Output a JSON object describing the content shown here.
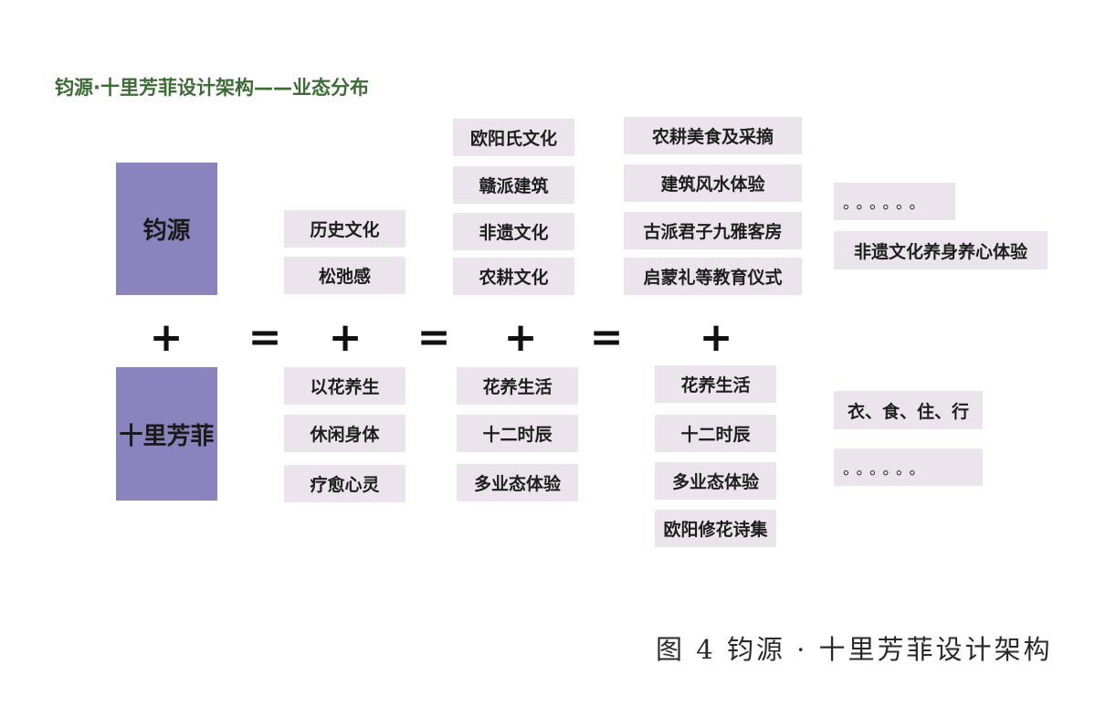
{
  "title": "钧源·十里芳菲设计架构——业态分布",
  "caption": "图 4 钧源 · 十里芳菲设计架构",
  "colors": {
    "title": "#3d6b35",
    "main_box": "#8a83bd",
    "item_box": "#ebe4ec"
  },
  "main": {
    "top": "钧源",
    "bottom": "十里芳菲"
  },
  "operators": [
    "+",
    "=",
    "+",
    "=",
    "+",
    "=",
    "+"
  ],
  "col1": {
    "top": [
      "历史文化",
      "松弛感"
    ],
    "bottom": [
      "以花养生",
      "休闲身体",
      "疗愈心灵"
    ]
  },
  "col2": {
    "top": [
      "欧阳氏文化",
      "赣派建筑",
      "非遗文化",
      "农耕文化"
    ],
    "bottom": [
      "花养生活",
      "十二时辰",
      "多业态体验"
    ]
  },
  "col3": {
    "top": [
      "农耕美食及采摘",
      "建筑风水体验",
      "古派君子九雅客房",
      "启蒙礼等教育仪式"
    ],
    "bottom": [
      "花养生活",
      "十二时辰",
      "多业态体验",
      "欧阳修花诗集"
    ]
  },
  "col4": {
    "top": [
      "。。。。。。",
      "非遗文化养身养心体验"
    ],
    "bottom": [
      "衣、食、住、行",
      "。。。。。。"
    ]
  }
}
